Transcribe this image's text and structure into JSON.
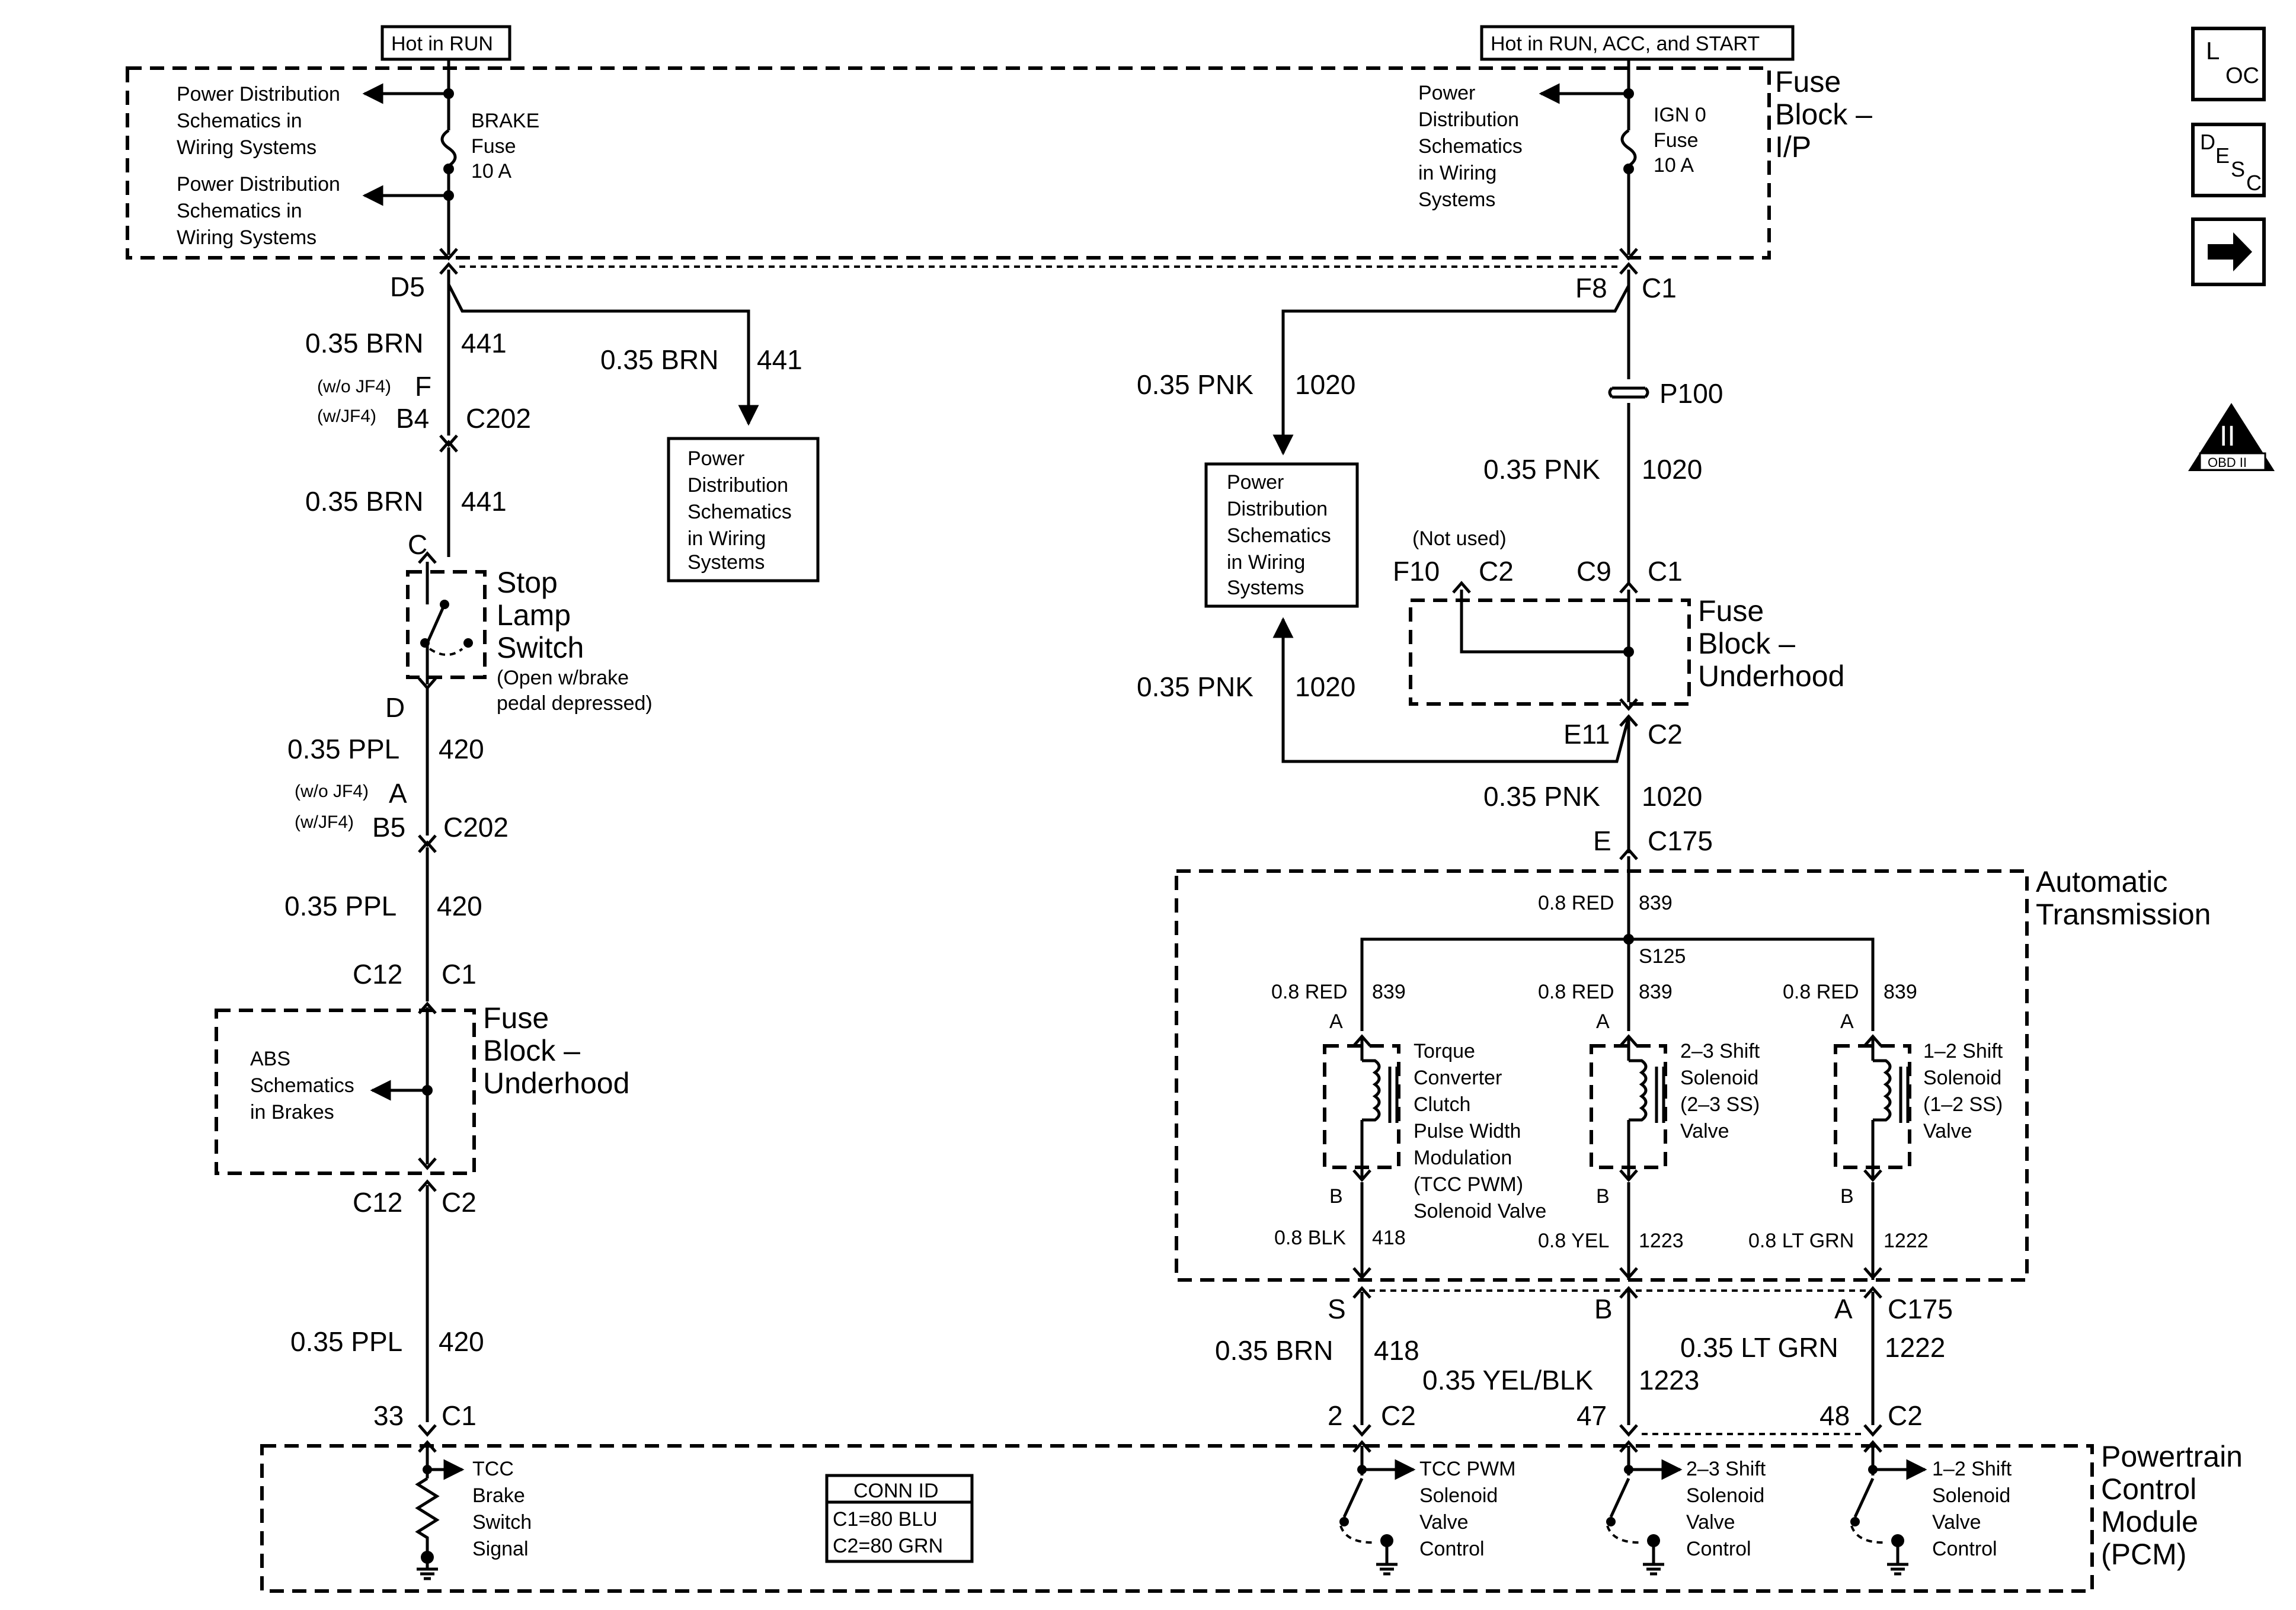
{
  "top": {
    "hot_run": "Hot in RUN",
    "hot_all": "Hot in RUN, ACC, and START"
  },
  "fuse_block_ip": {
    "title": [
      "Fuse",
      "Block –",
      "I/P"
    ],
    "pds_left_1": [
      "Power Distribution",
      "Schematics in",
      "Wiring Systems"
    ],
    "pds_left_2": [
      "Power Distribution",
      "Schematics in",
      "Wiring Systems"
    ],
    "brake_fuse": [
      "BRAKE",
      "Fuse",
      "10 A"
    ],
    "pds_right": [
      "Power",
      "Distribution",
      "Schematics",
      "in Wiring",
      "Systems"
    ],
    "ign_fuse": [
      "IGN 0",
      "Fuse",
      "10 A"
    ]
  },
  "left": {
    "d5": "D5",
    "w441a_gauge": "0.35 BRN",
    "w441a_num": "441",
    "branch_gauge": "0.35 BRN",
    "branch_num": "441",
    "pds_box": [
      "Power",
      "Distribution",
      "Schematics",
      "in Wiring",
      "Systems"
    ],
    "wo_jf4_1": "(w/o JF4)",
    "pin_f": "F",
    "w_jf4_1": "(w/JF4)",
    "pin_b4": "B4",
    "c202_1": "C202",
    "w441b_gauge": "0.35 BRN",
    "w441b_num": "441",
    "pin_c": "C",
    "stop_lamp": [
      "Stop",
      "Lamp",
      "Switch"
    ],
    "stop_note": [
      "(Open w/brake",
      "pedal depressed)"
    ],
    "pin_d": "D",
    "w420a_gauge": "0.35 PPL",
    "w420a_num": "420",
    "wo_jf4_2": "(w/o JF4)",
    "pin_a": "A",
    "w_jf4_2": "(w/JF4)",
    "pin_b5": "B5",
    "c202_2": "C202",
    "w420b_gauge": "0.35 PPL",
    "w420b_num": "420",
    "c12_top": "C12",
    "c1_top": "C1",
    "fuse_underhood": [
      "Fuse",
      "Block –",
      "Underhood"
    ],
    "abs": [
      "ABS",
      "Schematics",
      "in Brakes"
    ],
    "c12_bot": "C12",
    "c2_bot": "C2",
    "w420c_gauge": "0.35 PPL",
    "w420c_num": "420",
    "pin_33": "33",
    "c1_pcm": "C1"
  },
  "right": {
    "f8": "F8",
    "c1": "C1",
    "branch_gauge": "0.35 PNK",
    "branch_num": "1020",
    "p100": "P100",
    "w1020a_gauge": "0.35 PNK",
    "w1020a_num": "1020",
    "pds_box": [
      "Power",
      "Distribution",
      "Schematics",
      "in Wiring",
      "Systems"
    ],
    "not_used": "(Not used)",
    "f10": "F10",
    "c2_nu": "C2",
    "c9": "C9",
    "c1_b": "C1",
    "fuse_underhood": [
      "Fuse",
      "Block –",
      "Underhood"
    ],
    "w1020b_gauge": "0.35 PNK",
    "w1020b_num": "1020",
    "e11": "E11",
    "c2_e": "C2",
    "w1020c_gauge": "0.35 PNK",
    "w1020c_num": "1020",
    "pin_e": "E",
    "c175_top": "C175"
  },
  "transmission": {
    "title": [
      "Automatic",
      "Transmission"
    ],
    "red_main_gauge": "0.8 RED",
    "red_main_num": "839",
    "s125": "S125",
    "red1_gauge": "0.8 RED",
    "red1_num": "839",
    "red2_gauge": "0.8 RED",
    "red2_num": "839",
    "red3_gauge": "0.8 RED",
    "red3_num": "839",
    "pin_a1": "A",
    "pin_a2": "A",
    "pin_a3": "A",
    "tcc": [
      "Torque",
      "Converter",
      "Clutch",
      "Pulse Width",
      "Modulation",
      "(TCC PWM)",
      "Solenoid Valve"
    ],
    "ss23": [
      "2–3 Shift",
      "Solenoid",
      "(2–3 SS)",
      "Valve"
    ],
    "ss12": [
      "1–2 Shift",
      "Solenoid",
      "(1–2 SS)",
      "Valve"
    ],
    "pin_b1": "B",
    "pin_b2": "B",
    "pin_b3": "B",
    "blk_gauge": "0.8 BLK",
    "blk_num": "418",
    "yel_gauge": "0.8 YEL",
    "yel_num": "1223",
    "ltgrn_gauge": "0.8 LT GRN",
    "ltgrn_num": "1222"
  },
  "bottom_wires": {
    "pin_s": "S",
    "pin_b": "B",
    "pin_a": "A",
    "c175": "C175",
    "brn_gauge": "0.35 BRN",
    "brn_num": "418",
    "yelblk_gauge": "0.35 YEL/BLK",
    "yelblk_num": "1223",
    "ltgrn_gauge": "0.35 LT GRN",
    "ltgrn_num": "1222",
    "pin_2": "2",
    "c2_a": "C2",
    "pin_47": "47",
    "pin_48": "48",
    "c2_b": "C2"
  },
  "pcm": {
    "title": [
      "Powertrain",
      "Control",
      "Module",
      "(PCM)"
    ],
    "tcc_brake": [
      "TCC",
      "Brake",
      "Switch",
      "Signal"
    ],
    "conn_id": "CONN ID",
    "c1_conn": "C1=80 BLU",
    "c2_conn": "C2=80 GRN",
    "tcc_pwm": [
      "TCC PWM",
      "Solenoid",
      "Valve",
      "Control"
    ],
    "ss23": [
      "2–3 Shift",
      "Solenoid",
      "Valve",
      "Control"
    ],
    "ss12": [
      "1–2 Shift",
      "Solenoid",
      "Valve",
      "Control"
    ]
  },
  "icons": {
    "loc_main": "L",
    "loc_sub": "OC",
    "desc_d": "D",
    "desc_e": "E",
    "desc_s": "S",
    "desc_c": "C",
    "obd_num": "II",
    "obd_label": "OBD II"
  }
}
